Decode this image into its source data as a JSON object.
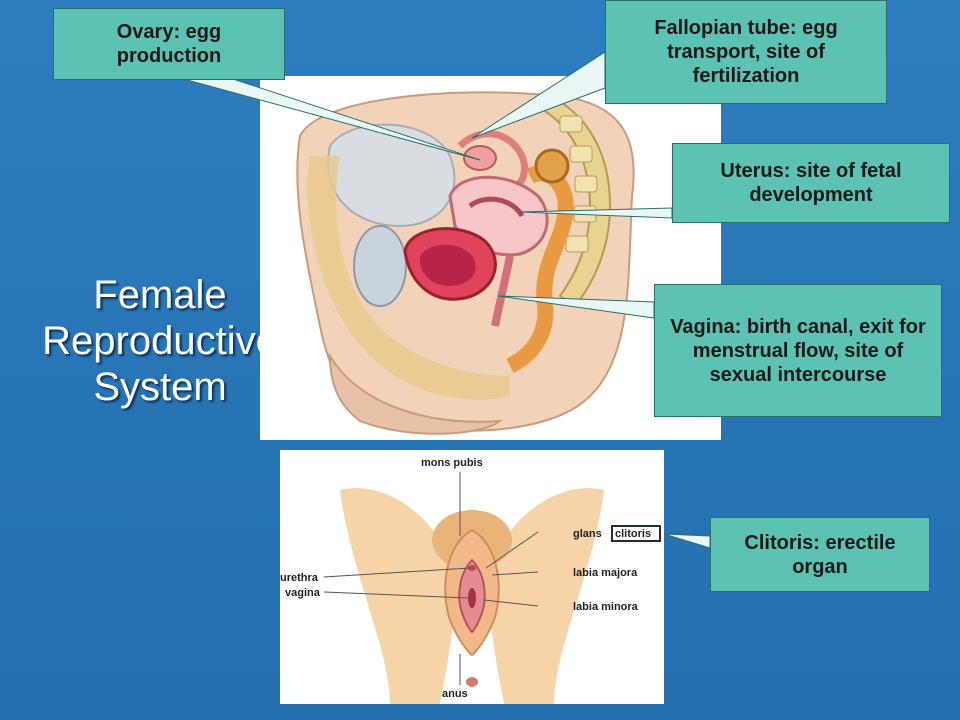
{
  "slide": {
    "title_lines": [
      "Female",
      "Reproductive",
      "System"
    ]
  },
  "callouts": {
    "ovary": "Ovary: egg production",
    "fallopian_tube": "Fallopian tube: egg transport, site of fertilization",
    "uterus": "Uterus: site of fetal development",
    "vagina": "Vagina: birth canal, exit for menstrual flow, site of sexual intercourse",
    "clitoris": "Clitoris: erectile organ"
  },
  "external_diagram": {
    "labels": {
      "mons_pubis": "mons pubis",
      "glans": "glans",
      "clitoris": "clitoris",
      "labia_majora": "labia majora",
      "labia_minora": "labia minora",
      "urethra": "urethra",
      "vagina": "vagina",
      "anus": "anus"
    }
  },
  "colors": {
    "background": "#2a78b8",
    "callout_fill": "#5cc2b4",
    "title_text": "#ffffff"
  }
}
